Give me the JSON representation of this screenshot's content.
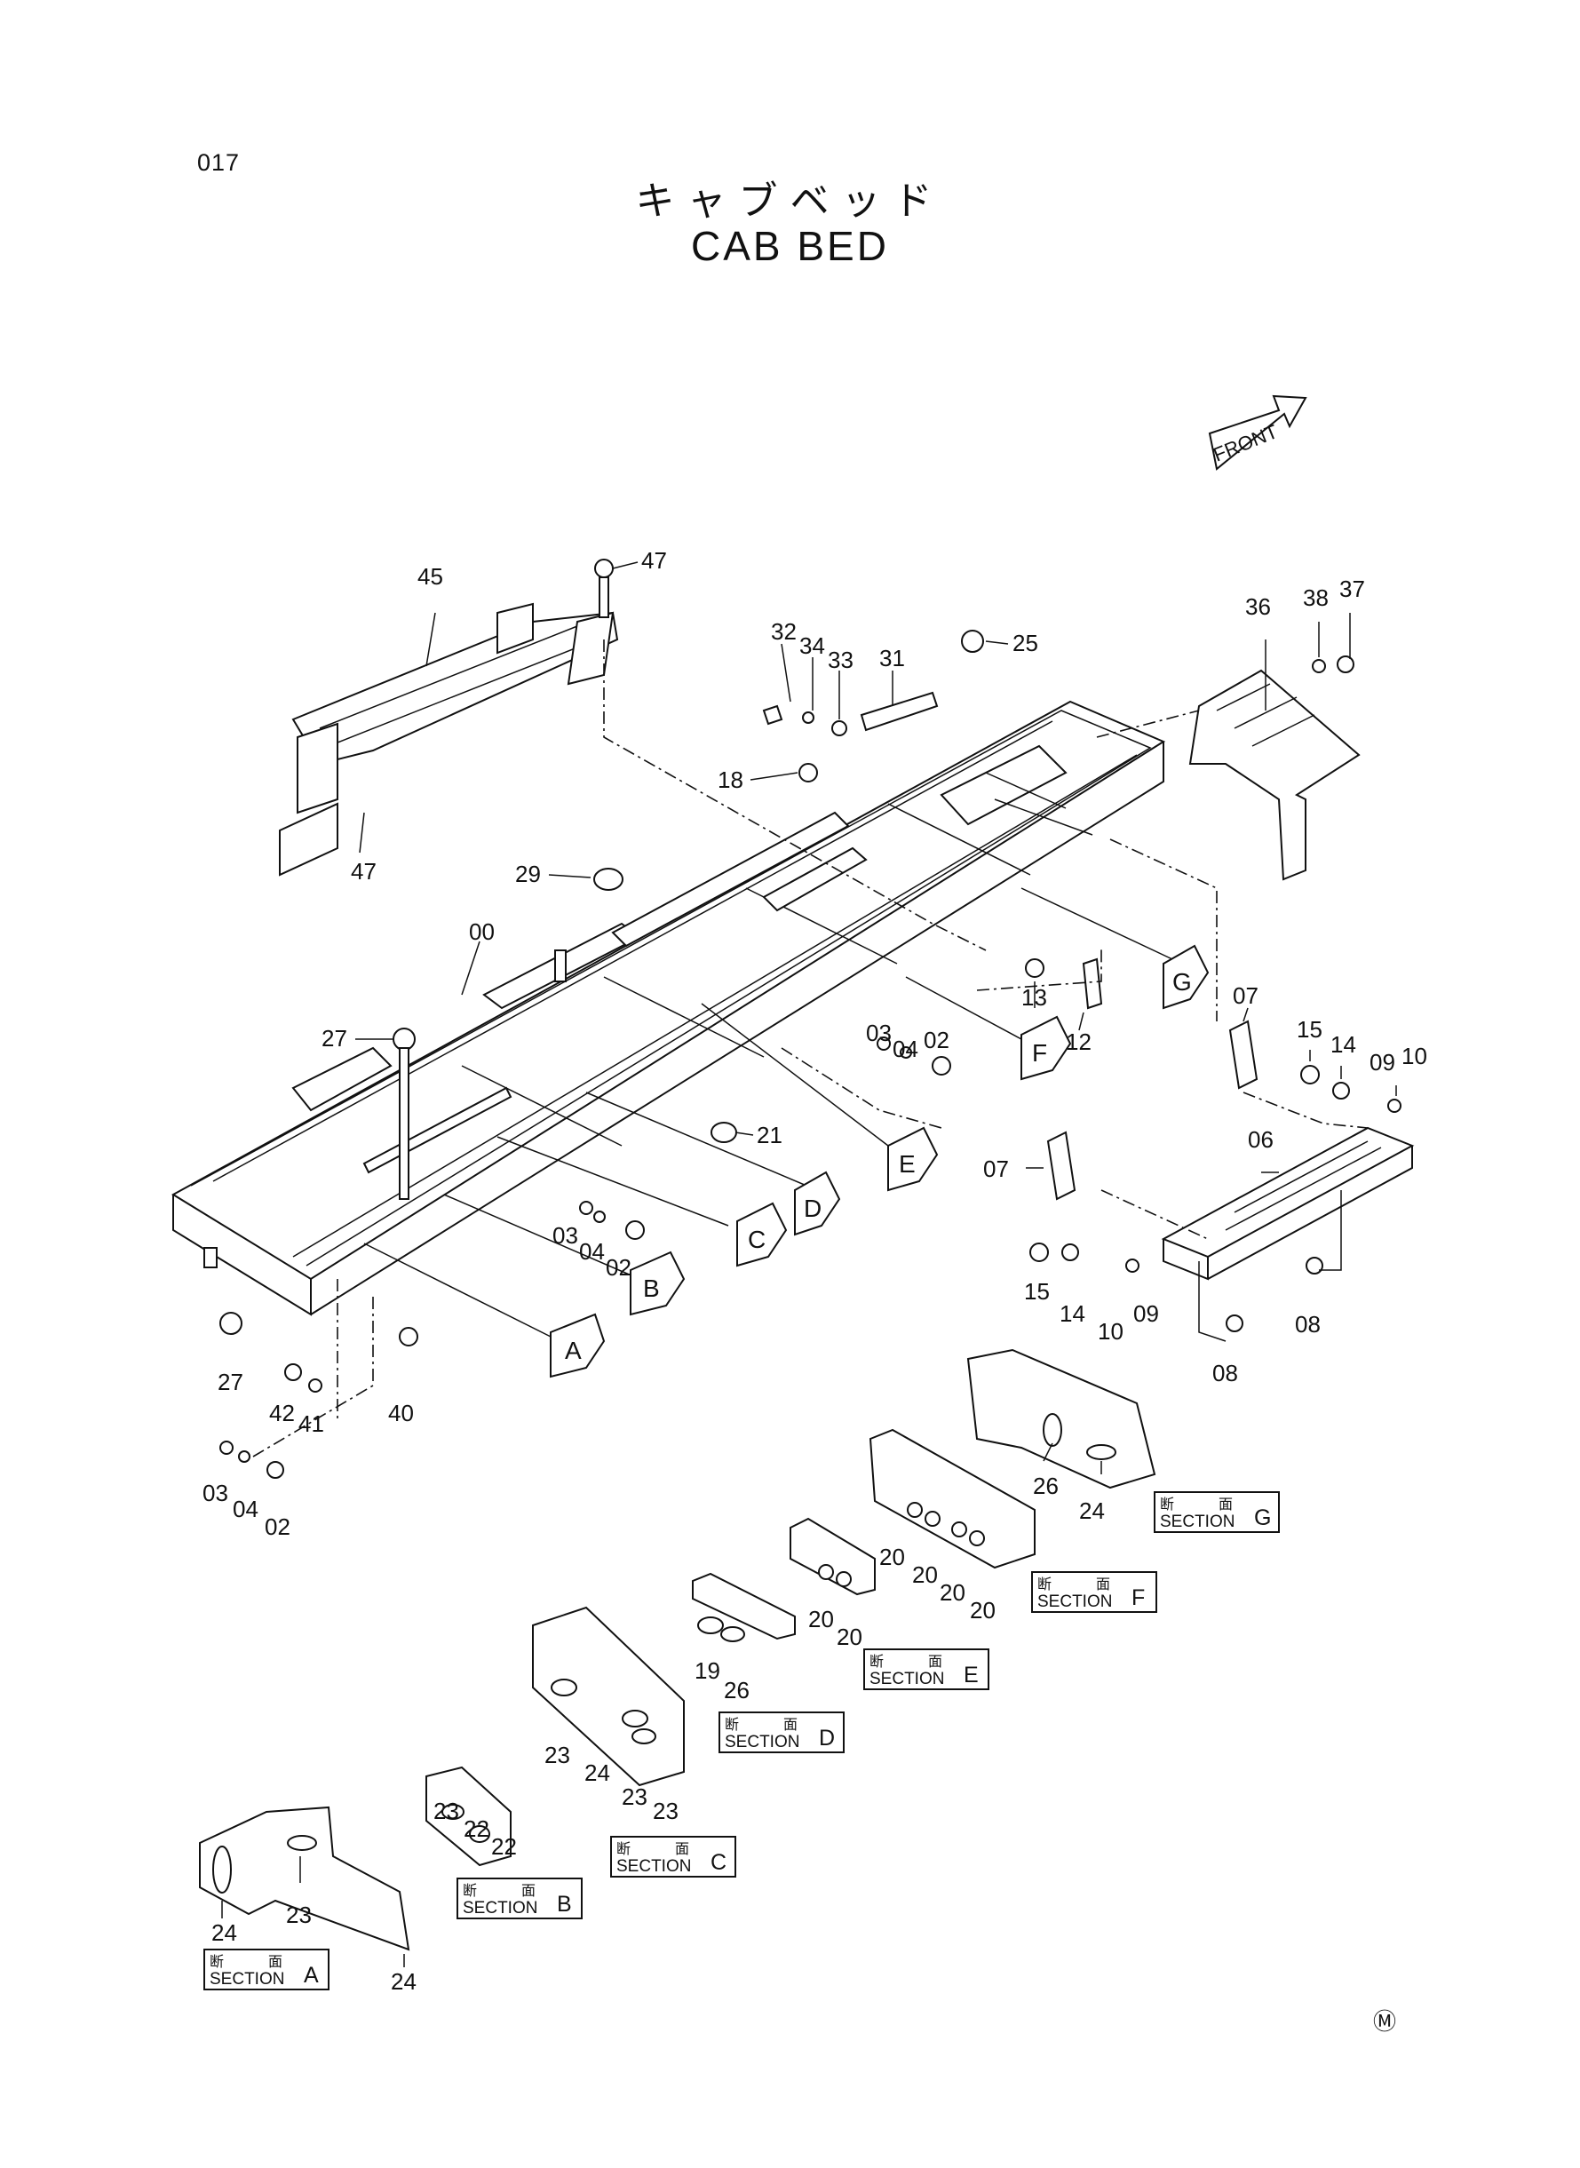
{
  "page_number": "017",
  "title_ja": "キャブベッド",
  "title_en": "CAB BED",
  "front_label": "FRONT",
  "copyright_mark": "Ⓜ",
  "section_kanji": [
    "断",
    "面"
  ],
  "section_word": "SECTION",
  "view_markers": [
    "A",
    "B",
    "C",
    "D",
    "E",
    "F",
    "G"
  ],
  "section_letters": [
    "A",
    "B",
    "C",
    "D",
    "E",
    "F",
    "G"
  ],
  "part_callouts": [
    "45",
    "47",
    "47",
    "32",
    "34",
    "33",
    "31",
    "25",
    "36",
    "38",
    "37",
    "18",
    "29",
    "00",
    "27",
    "13",
    "12",
    "07",
    "15",
    "14",
    "09",
    "10",
    "03",
    "04",
    "02",
    "21",
    "06",
    "07",
    "03",
    "04",
    "02",
    "15",
    "14",
    "10",
    "09",
    "08",
    "08",
    "27",
    "42",
    "41",
    "40",
    "03",
    "04",
    "02",
    "26",
    "24",
    "20",
    "20",
    "20",
    "20",
    "20",
    "20",
    "19",
    "26",
    "23",
    "24",
    "23",
    "23",
    "23",
    "22",
    "22",
    "24",
    "23",
    "24"
  ]
}
